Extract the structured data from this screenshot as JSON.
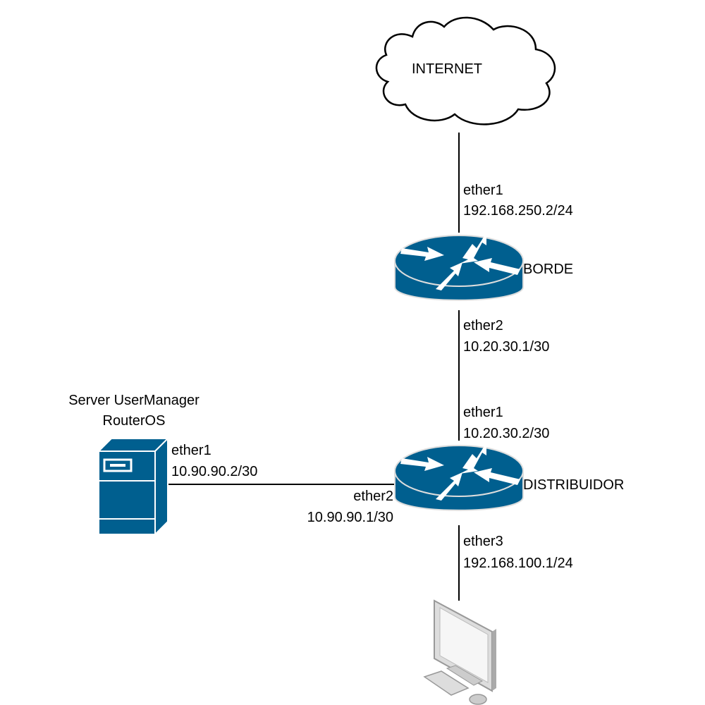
{
  "nodes": {
    "internet": {
      "label": "INTERNET"
    },
    "borde": {
      "label": "BORDE"
    },
    "distribuidor": {
      "label": "DISTRIBUIDOR"
    },
    "server": {
      "label_line1": "Server UserManager",
      "label_line2": "RouterOS"
    },
    "workstation": {
      "label": ""
    }
  },
  "links": {
    "internet_borde": {
      "iface": "ether1",
      "ip": "192.168.250.2/24"
    },
    "borde_down": {
      "iface": "ether2",
      "ip": "10.20.30.1/30"
    },
    "distribuidor_up": {
      "iface": "ether1",
      "ip": "10.20.30.2/30"
    },
    "server_side": {
      "iface": "ether1",
      "ip": "10.90.90.2/30"
    },
    "distribuidor_left": {
      "iface": "ether2",
      "ip": "10.90.90.1/30"
    },
    "distribuidor_down": {
      "iface": "ether3",
      "ip": "192.168.100.1/24"
    }
  },
  "colors": {
    "router_blue": "#005f8f",
    "router_dark": "#004f78",
    "line": "#000000",
    "monitor_gray": "#c8c8c8"
  }
}
